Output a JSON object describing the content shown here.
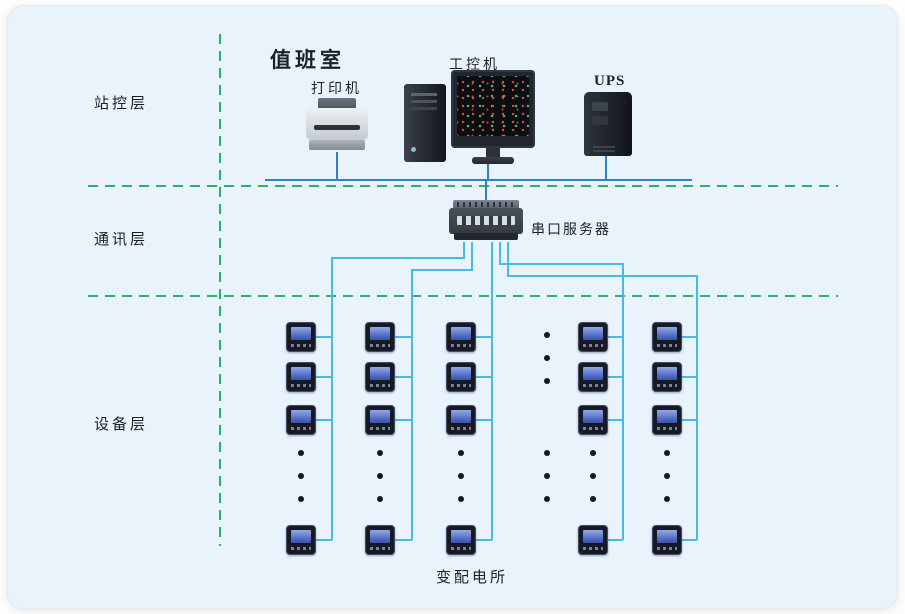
{
  "diagram": {
    "title_room": "值班室",
    "layers": [
      {
        "id": "station",
        "label": "站控层"
      },
      {
        "id": "comm",
        "label": "通讯层"
      },
      {
        "id": "device",
        "label": "设备层"
      }
    ],
    "devices": {
      "printer": "打印机",
      "industrial_pc": "工控机",
      "ups": "UPS",
      "serial_server": "串口服务器"
    },
    "footer": "变配电所",
    "colors": {
      "background": "#e9f3fb",
      "layer_divider_green": "#2fae6f",
      "ethernet_bus_blue": "#2f7fd0",
      "serial_line_cyan": "#49b9e8"
    }
  }
}
